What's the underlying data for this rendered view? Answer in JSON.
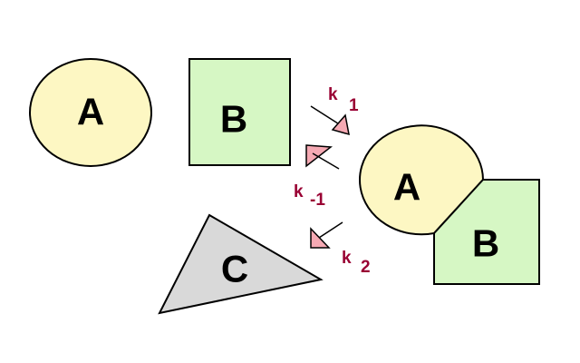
{
  "colors": {
    "reactant_a": "#fdf7c3",
    "reactant_b": "#d6f7c4",
    "product_c": "#d9d9d9",
    "arrowhead": "#f5a9b3",
    "rate_label": "#990033"
  },
  "shapes": {
    "a_label": "A",
    "b_label": "B",
    "c_label": "C",
    "complex_a_label": "A",
    "complex_b_label": "B"
  },
  "rates": [
    {
      "symbol": "k",
      "subscript": "1"
    },
    {
      "symbol": "k",
      "subscript": "-1"
    },
    {
      "symbol": "k",
      "subscript": "2"
    }
  ]
}
